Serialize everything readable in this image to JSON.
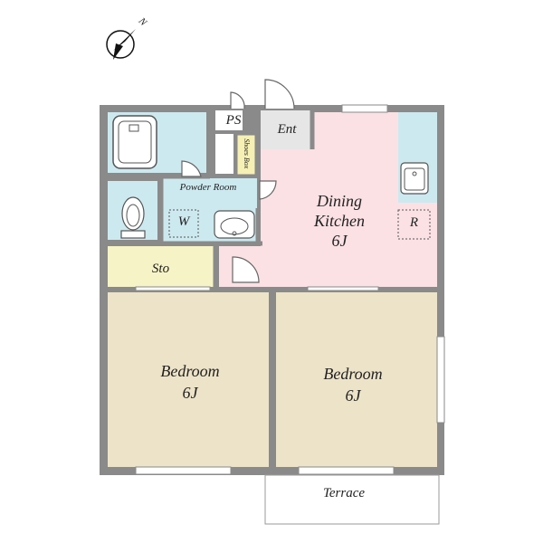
{
  "compass": {
    "north_label": "N",
    "icon": "north-arrow-icon"
  },
  "rooms": {
    "ps": "PS",
    "ent": "Ent",
    "shoes_box": "Shoes Box",
    "powder_room": "Powder Room",
    "washer": "W",
    "dining_kitchen_name": "Dining Kitchen",
    "dining_kitchen_size": "6J",
    "refrigerator": "R",
    "storage": "Sto",
    "bedroom_left_name": "Bedroom",
    "bedroom_left_size": "6J",
    "bedroom_right_name": "Bedroom",
    "bedroom_right_size": "6J",
    "terrace": "Terrace"
  },
  "colors": {
    "wall": "#8a8a8a",
    "bath": "#cde9f0",
    "dining": "#fbe1e4",
    "bedroom": "#ede3c8",
    "storage": "#f6f3c6",
    "entrance": "#e6e6e6",
    "shoes_box": "#f6f0b5"
  }
}
